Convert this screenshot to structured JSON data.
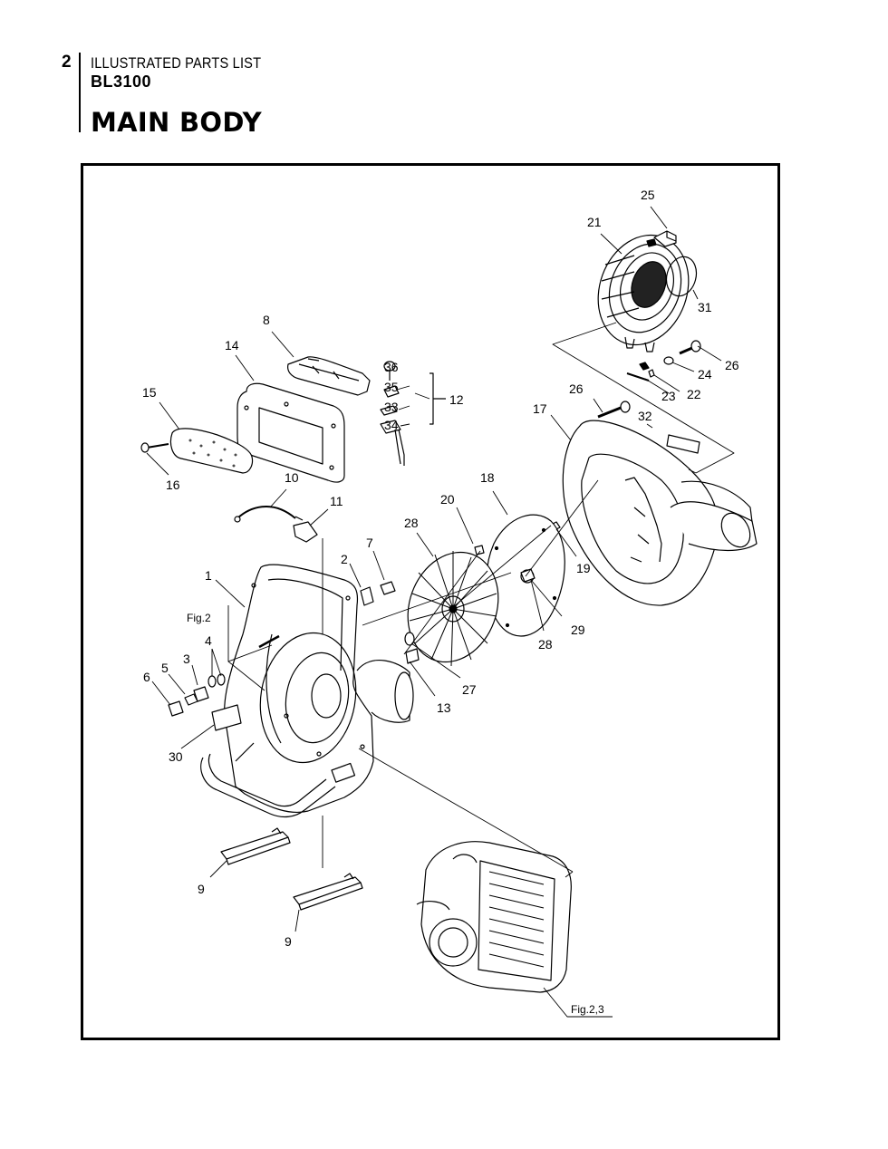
{
  "header": {
    "page_number": "2",
    "doc_title": "ILLUSTRATED PARTS LIST",
    "model": "BL3100",
    "section_title": "MAIN BODY"
  },
  "figure_refs": {
    "fig2": "Fig.2",
    "fig23": "Fig.2,3"
  },
  "callouts": {
    "c1": "1",
    "c2": "2",
    "c3": "3",
    "c4": "4",
    "c5": "5",
    "c6": "6",
    "c7": "7",
    "c8": "8",
    "c9a": "9",
    "c9b": "9",
    "c10": "10",
    "c11": "11",
    "c12": "12",
    "c13": "13",
    "c14": "14",
    "c15": "15",
    "c16": "16",
    "c17": "17",
    "c18": "18",
    "c19": "19",
    "c20": "20",
    "c21": "21",
    "c22": "22",
    "c23": "23",
    "c24": "24",
    "c25": "25",
    "c26a": "26",
    "c26b": "26",
    "c27": "27",
    "c28a": "28",
    "c28b": "28",
    "c29": "29",
    "c30": "30",
    "c31": "31",
    "c32": "32",
    "c33": "33",
    "c34": "34",
    "c35": "35",
    "c36": "36"
  }
}
